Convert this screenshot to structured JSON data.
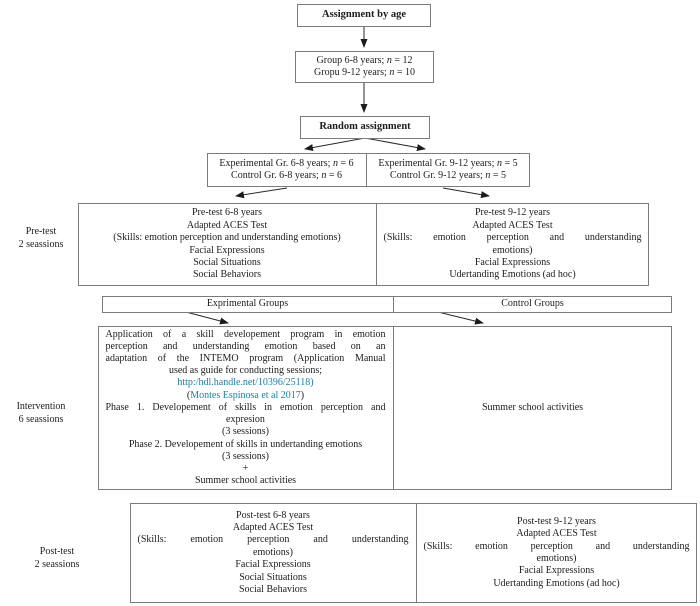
{
  "palette": {
    "border": "#7b7b7b",
    "text": "#1c1c1c",
    "link_teal": "#1e7f9f",
    "background": "#ffffff"
  },
  "top": {
    "assignment_title": "Assignment by age",
    "group_lines": [
      {
        "seg": [
          [
            "Group 6-8 years; ",
            ""
          ],
          [
            "n",
            "i"
          ],
          [
            " = 12",
            ""
          ]
        ]
      },
      {
        "seg": [
          [
            "Gropu 9-12 years; ",
            ""
          ],
          [
            "n",
            "i"
          ],
          [
            " = 10",
            ""
          ]
        ]
      }
    ],
    "random_title": "Random assignment",
    "age_6_8_lines": [
      {
        "seg": [
          [
            "Experimental Gr. 6-8 years; ",
            ""
          ],
          [
            "n",
            "i"
          ],
          [
            " = 6",
            ""
          ]
        ]
      },
      {
        "seg": [
          [
            "Control Gr. 6-8 years; ",
            ""
          ],
          [
            "n",
            "i"
          ],
          [
            " = 6",
            ""
          ]
        ]
      }
    ],
    "age_9_12_lines": [
      {
        "seg": [
          [
            "Experimental Gr. 9-12 years; ",
            ""
          ],
          [
            "n",
            "i"
          ],
          [
            " = 5",
            ""
          ]
        ]
      },
      {
        "seg": [
          [
            "Control Gr. 9-12 years; ",
            ""
          ],
          [
            "n",
            "i"
          ],
          [
            " = 5",
            ""
          ]
        ]
      }
    ]
  },
  "pretest": {
    "side_label": {
      "line1": "Pre-test",
      "line2": "2 seassions"
    },
    "left_lines": [
      "Pre-test 6-8 years",
      "Adapted ACES Test",
      "(Skills: emotion perception and understanding emotions)",
      "Facial Expressions",
      "Social Situations",
      "Social Behaviors"
    ],
    "right_lines": [
      "Pre-test 9-12 years",
      "Adapted ACES Test",
      {
        "t": "(Skills: emotion perception and understanding",
        "j": true
      },
      "emotions)",
      "Facial Expressions",
      "Udertanding Emotions (ad hoc)"
    ]
  },
  "groups_header": {
    "left": "Exprimental Groups",
    "right": "Control Groups"
  },
  "intervention": {
    "side_label": {
      "line1": "Intervention",
      "line2": "6 seassions"
    },
    "left_lines": [
      {
        "t": "Application of a skill developement program in emotion",
        "j": true
      },
      {
        "t": "perception and understanding emotion based on an",
        "j": true
      },
      {
        "t": "adaptation of the INTEMO program (Application Manual",
        "j": true
      },
      "used as guide for conducting sessions;",
      {
        "seg": [
          [
            "http:/hdl.handle.net/10396/25118)",
            "link"
          ]
        ]
      },
      {
        "seg": [
          [
            "(",
            ""
          ],
          [
            "Montes Espinosa et al 2017",
            "link"
          ],
          [
            ")",
            ""
          ]
        ]
      },
      {
        "t": "Phase 1. Developement of skills in emotion perception and",
        "j": true
      },
      "expresion",
      "(3 sessions)",
      "Phase 2. Developement of skills in undertanding emotions",
      "(3 sessions)",
      "+",
      "Summer school activities"
    ],
    "right_text": "Summer school activities"
  },
  "posttest": {
    "side_label": {
      "line1": "Post-test",
      "line2": "2 seassions"
    },
    "left_lines": [
      "Post-test 6-8 years",
      "Adapted ACES Test",
      {
        "t": "(Skills: emotion perception and understanding",
        "j": true
      },
      "emotions)",
      "Facial Expressions",
      "Social Situations",
      "Social Behaviors"
    ],
    "right_lines": [
      "Post-test 9-12 years",
      "Adapted ACES Test",
      {
        "t": "(Skills: emotion perception and understanding",
        "j": true
      },
      "emotions)",
      "Facial Expressions",
      "Udertanding Emotions (ad hoc)"
    ]
  }
}
